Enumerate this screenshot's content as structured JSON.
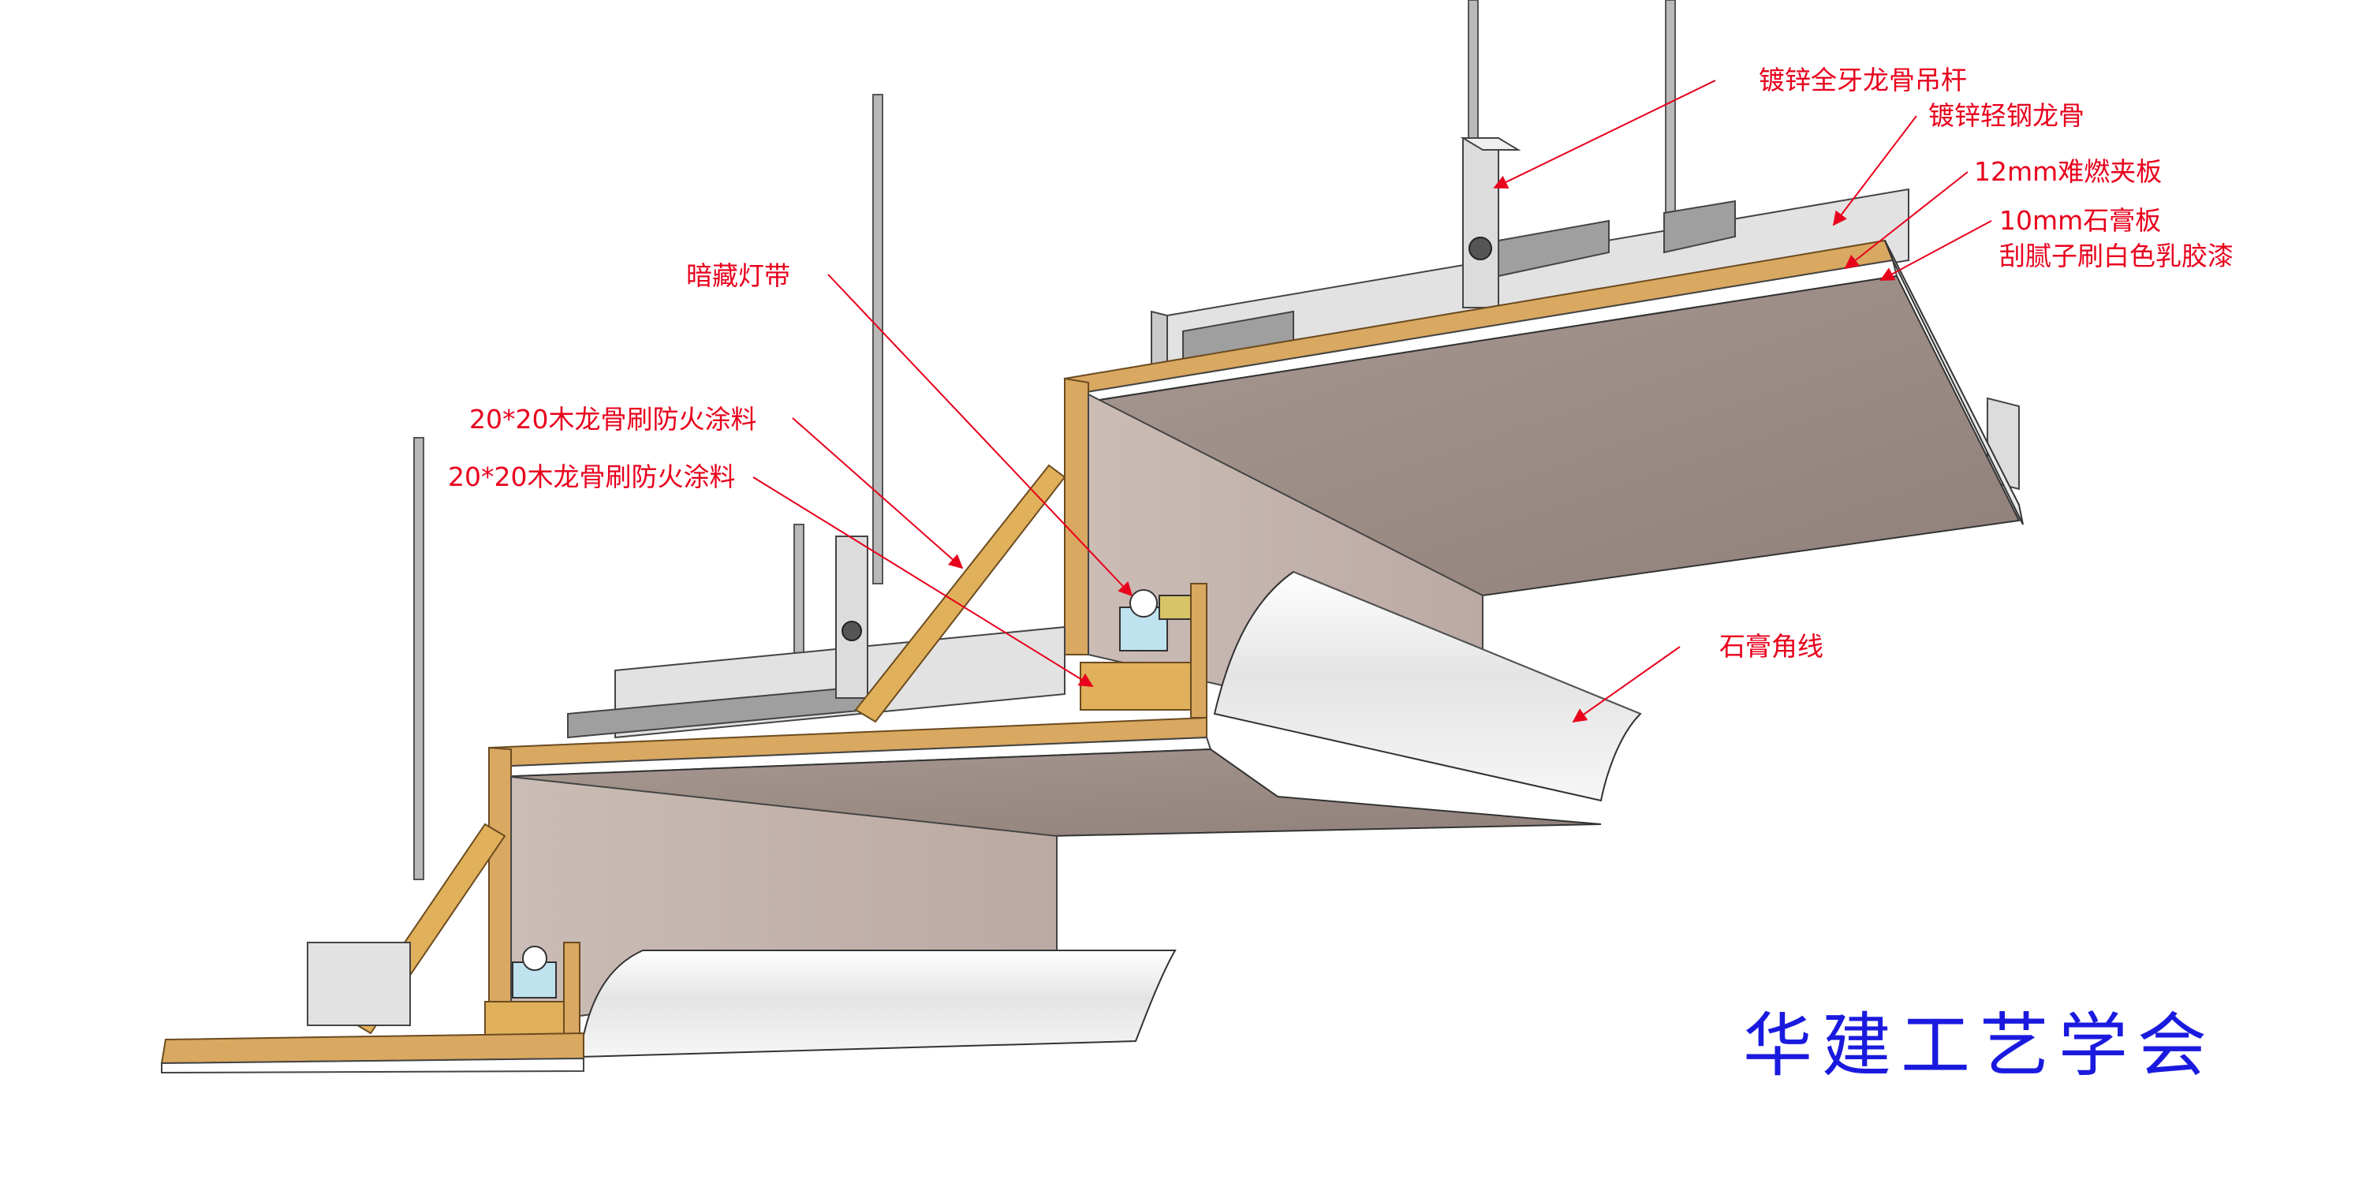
{
  "labels": {
    "hanger_rod": "镀锌全牙龙骨吊杆",
    "steel_keel": "镀锌轻钢龙骨",
    "plywood": "12mm难燃夹板",
    "gypsum_board": "10mm石膏板",
    "finish": "刮腻子刷白色乳胶漆",
    "led_strip": "暗藏灯带",
    "wood_keel_1": "20*20木龙骨刷防火涂料",
    "wood_keel_2": "20*20木龙骨刷防火涂料",
    "cornice": "石膏角线"
  },
  "brand": "华建工艺学会",
  "colors": {
    "annotation": "#e8001c",
    "brand": "#1a1adf",
    "gypsum_face": "#c2b2ac",
    "gypsum_underside": "#9d8e88",
    "plywood": "#d9a861",
    "wood_keel": "#e0b05a",
    "steel": "#d8d8d8",
    "cornice": "#efefef"
  }
}
